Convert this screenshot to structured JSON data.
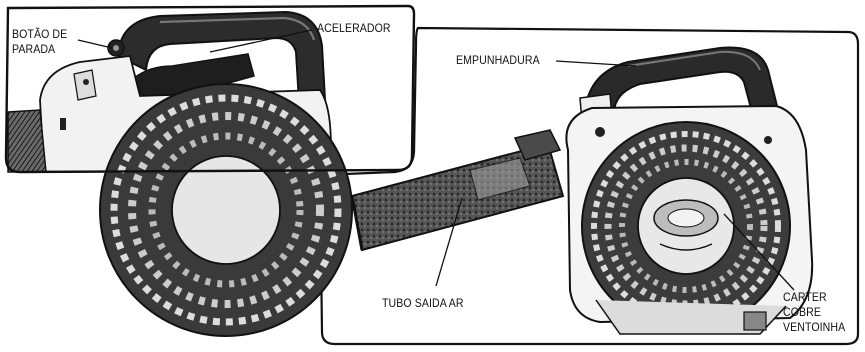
{
  "diagram": {
    "labels": {
      "stop_button": [
        "BOTÃO DE",
        "PARADA"
      ],
      "throttle": "ACELERADOR",
      "handle": "EMPUNHADURA",
      "outlet_tube": "TUBO SAIDA AR",
      "fan_cover": [
        "CARTER",
        "COBRE",
        "VENTOINHA"
      ]
    }
  },
  "colors": {
    "ink": "#111111",
    "paper": "#ffffff",
    "shade": "#3a3a3a"
  }
}
